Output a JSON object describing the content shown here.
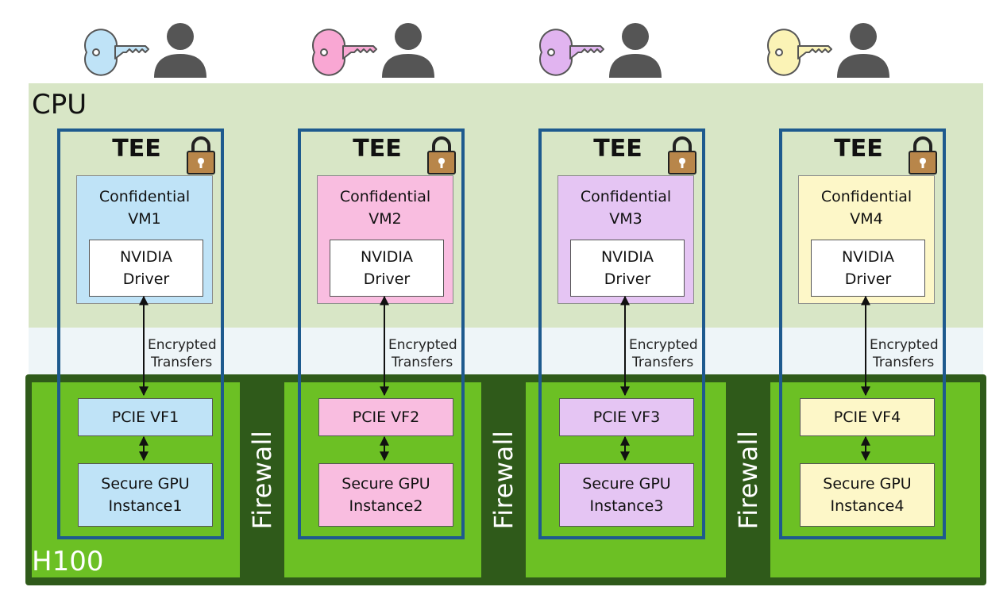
{
  "cpu_label": "CPU",
  "h100_label": "H100",
  "firewall_label": "Firewall",
  "tee_label": "TEE",
  "encrypted_label_line1": "Encrypted",
  "encrypted_label_line2": "Transfers",
  "colors": {
    "tee_border": "#1e5a8e",
    "cpu_band": "#d8e6c6",
    "gpu_dark": "#2f5a1a",
    "gpu_panel": "#6cc024",
    "lock": "#b8864a",
    "user": "#555555"
  },
  "tenants": [
    {
      "vm_line1": "Confidential",
      "vm_line2": "VM1",
      "driver_line1": "NVIDIA",
      "driver_line2": "Driver",
      "pcie": "PCIE VF1",
      "gpu_line1": "Secure GPU",
      "gpu_line2": "Instance1",
      "color": "#bfe3f7",
      "key_icon": "key-icon",
      "user_icon": "user-icon"
    },
    {
      "vm_line1": "Confidential",
      "vm_line2": "VM2",
      "driver_line1": "NVIDIA",
      "driver_line2": "Driver",
      "pcie": "PCIE VF2",
      "gpu_line1": "Secure GPU",
      "gpu_line2": "Instance2",
      "color": "#f9bde0",
      "key_icon": "key-icon",
      "user_icon": "user-icon"
    },
    {
      "vm_line1": "Confidential",
      "vm_line2": "VM3",
      "driver_line1": "NVIDIA",
      "driver_line2": "Driver",
      "pcie": "PCIE VF3",
      "gpu_line1": "Secure GPU",
      "gpu_line2": "Instance3",
      "color": "#e5c5f3",
      "key_icon": "key-icon",
      "user_icon": "user-icon"
    },
    {
      "vm_line1": "Confidential",
      "vm_line2": "VM4",
      "driver_line1": "NVIDIA",
      "driver_line2": "Driver",
      "pcie": "PCIE VF4",
      "gpu_line1": "Secure GPU",
      "gpu_line2": "Instance4",
      "color": "#fdf7c8",
      "key_icon": "key-icon",
      "user_icon": "user-icon"
    }
  ]
}
